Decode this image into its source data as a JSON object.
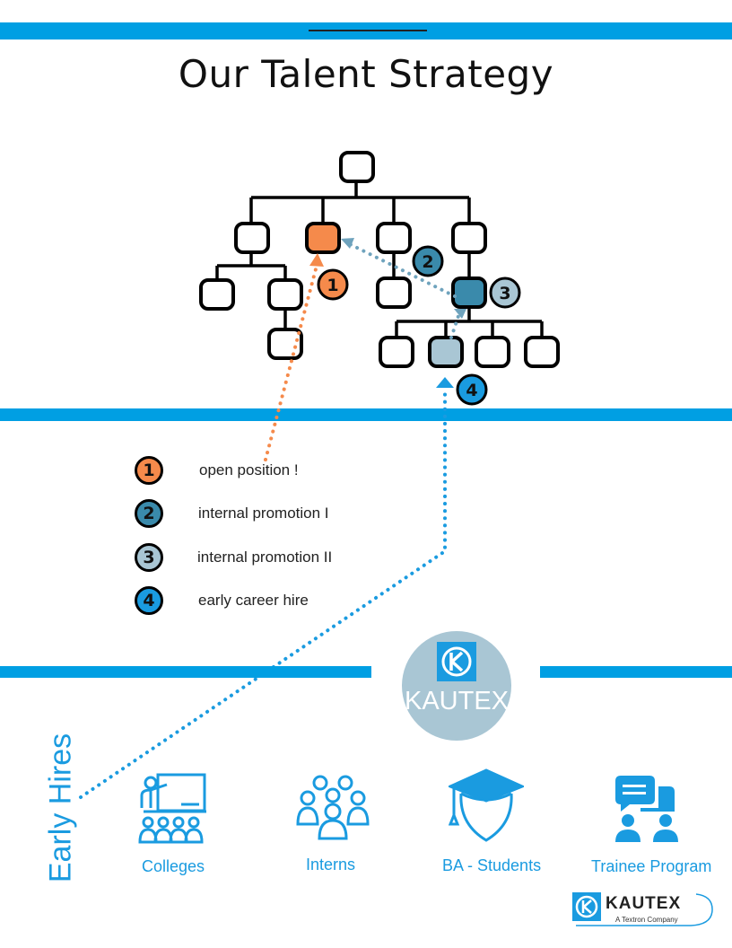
{
  "title": "Our Talent Strategy",
  "legend": [
    {
      "number": "1",
      "label": "open position !",
      "color": "#f58a4b"
    },
    {
      "number": "2",
      "label": "internal promotion I",
      "color": "#3a8aab"
    },
    {
      "number": "3",
      "label": "internal promotion II",
      "color": "#a9c6d4"
    },
    {
      "number": "4",
      "label": "early career hire",
      "color": "#1a9be0"
    }
  ],
  "badge": {
    "text": "KAUTEX",
    "icon": "kautex-k-logo-icon"
  },
  "early_hires": {
    "heading": "Early Hires",
    "categories": [
      {
        "label": "Colleges",
        "icon": "teacher-classroom-icon"
      },
      {
        "label": "Interns",
        "icon": "group-people-icon"
      },
      {
        "label": "BA - Students",
        "icon": "graduate-cap-icon"
      },
      {
        "label": "Trainee Program",
        "icon": "presentation-people-icon"
      }
    ]
  },
  "footer_logo": {
    "name": "KAUTEX",
    "tagline": "A Textron Company",
    "icon": "kautex-k-logo-icon"
  },
  "colors": {
    "accent_blue": "#009fe3",
    "orange": "#f58a4b",
    "dark_teal": "#3a8aab",
    "light_blue": "#a9c6d4"
  }
}
